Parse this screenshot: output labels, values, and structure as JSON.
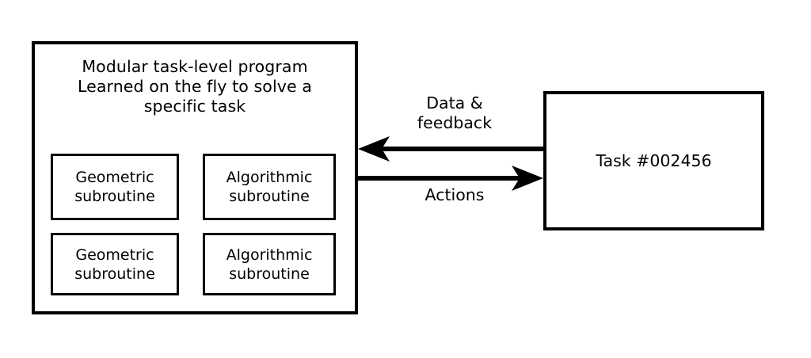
{
  "diagram": {
    "program_box": {
      "title": "Modular task-level program\nLearned on the fly to solve a\nspecific task",
      "subroutines": [
        {
          "label": "Geometric\nsubroutine"
        },
        {
          "label": "Algorithmic\nsubroutine"
        },
        {
          "label": "Geometric\nsubroutine"
        },
        {
          "label": "Algorithmic\nsubroutine"
        }
      ]
    },
    "task_box": {
      "label": "Task #002456"
    },
    "arrows": [
      {
        "name": "data-feedback-arrow",
        "label": "Data &\nfeedback",
        "direction": "left"
      },
      {
        "name": "actions-arrow",
        "label": "Actions",
        "direction": "right"
      }
    ],
    "colors": {
      "stroke": "#000000",
      "fill": "#ffffff",
      "text": "#000000"
    }
  }
}
